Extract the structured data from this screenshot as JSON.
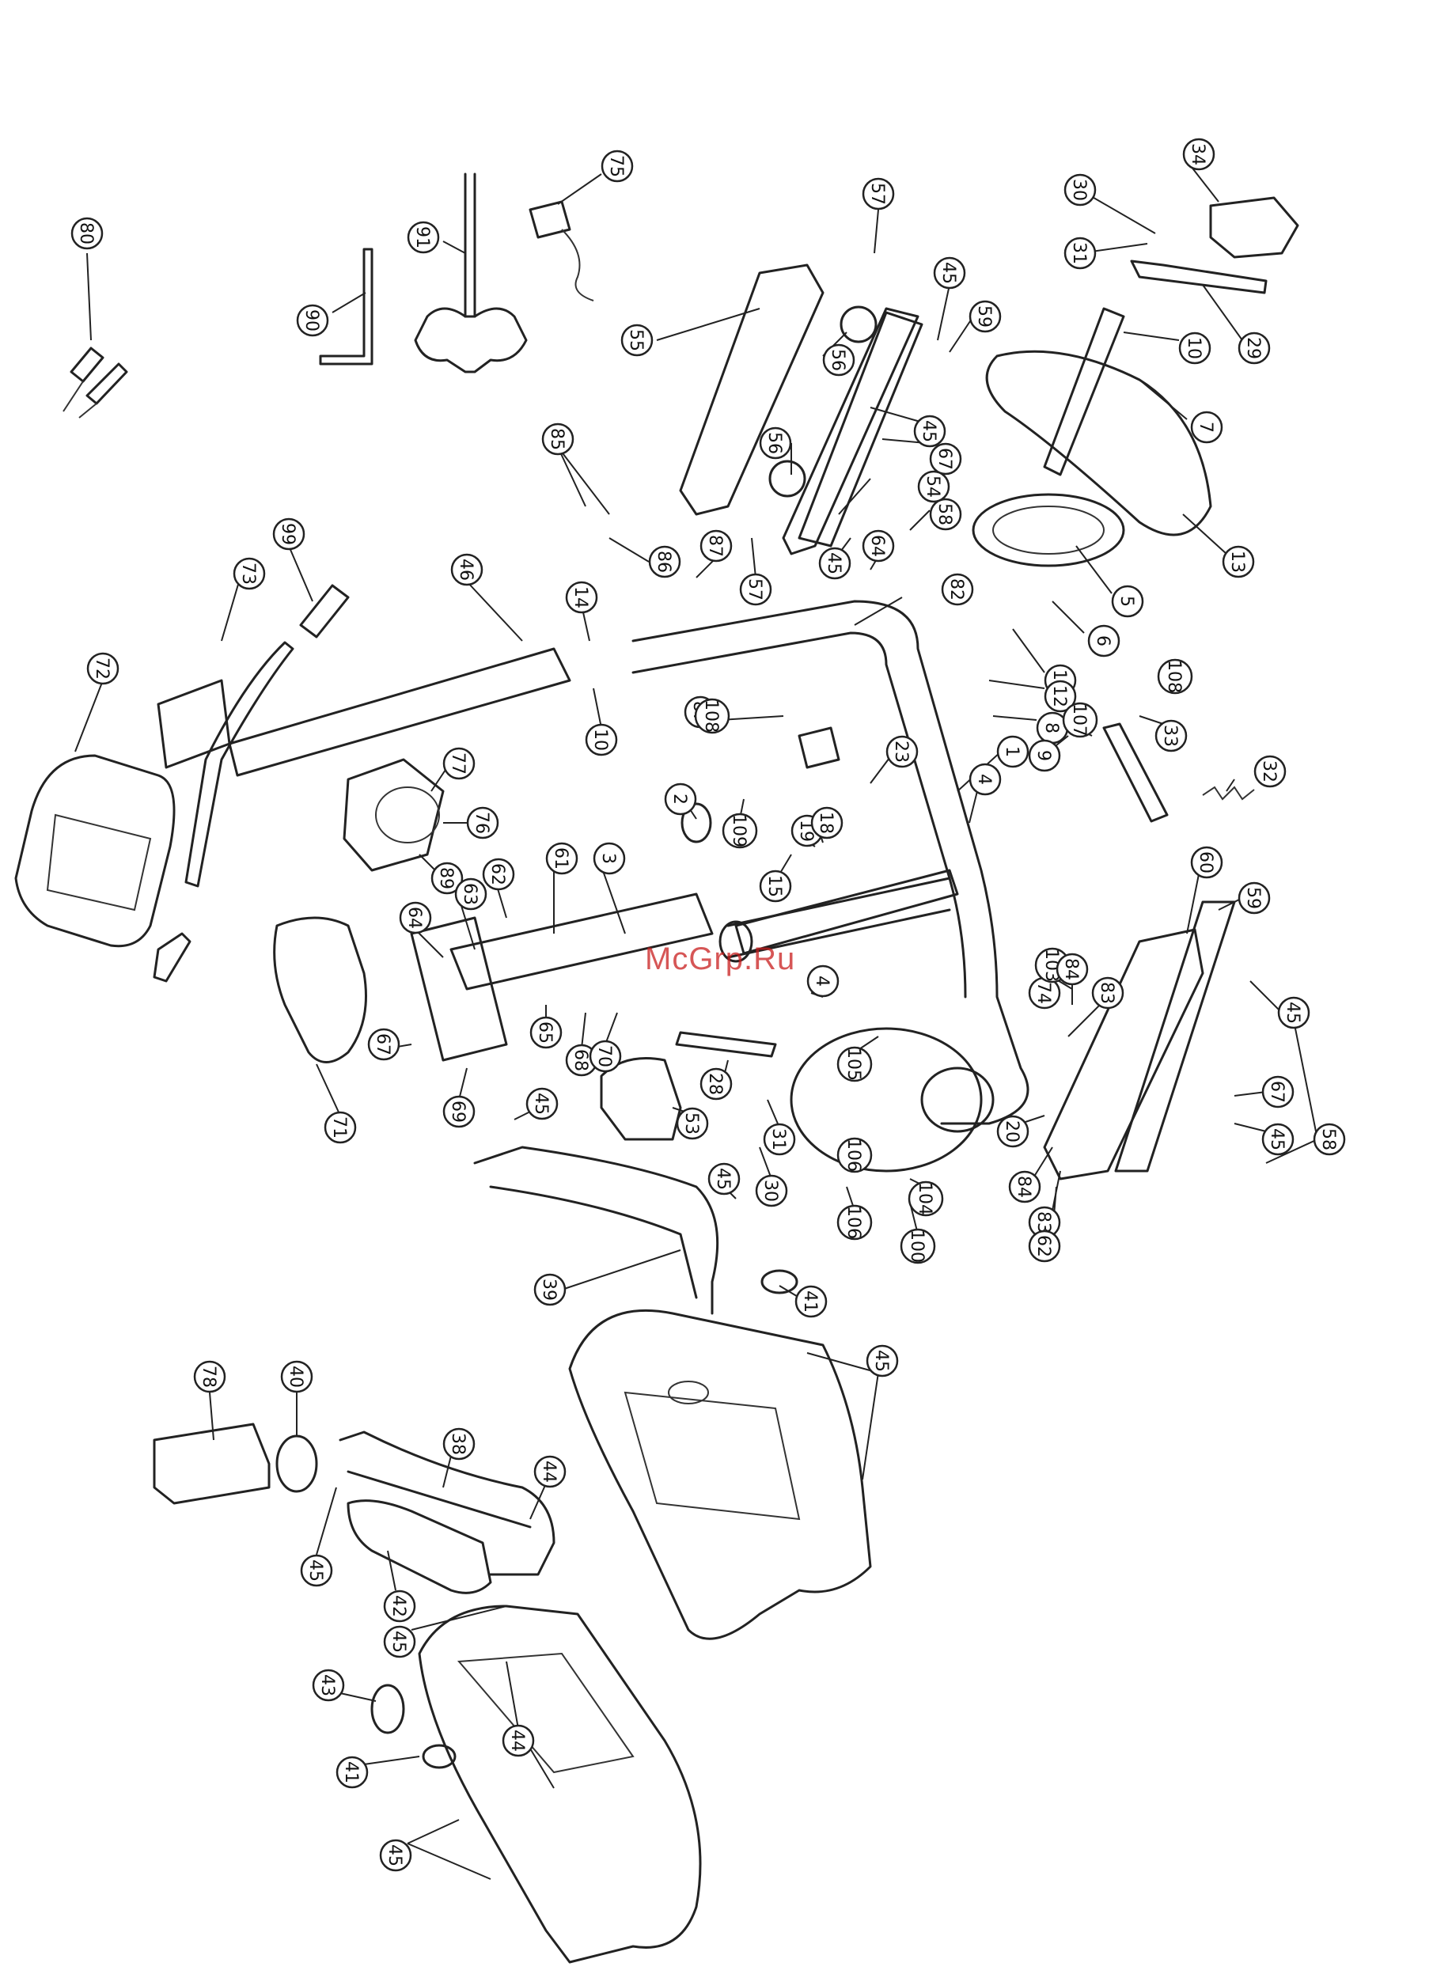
{
  "watermark": "McGrp.Ru",
  "callouts": [
    {
      "id": "c80",
      "label": "80"
    },
    {
      "id": "c91",
      "label": "91"
    },
    {
      "id": "c90",
      "label": "90"
    },
    {
      "id": "c75",
      "label": "75"
    },
    {
      "id": "c57a",
      "label": "57"
    },
    {
      "id": "c34a",
      "label": "34"
    },
    {
      "id": "c30a",
      "label": "30"
    },
    {
      "id": "c31a",
      "label": "31"
    },
    {
      "id": "c29",
      "label": "29"
    },
    {
      "id": "c10a",
      "label": "10"
    },
    {
      "id": "c7",
      "label": "7"
    },
    {
      "id": "c13",
      "label": "13"
    },
    {
      "id": "c5",
      "label": "5"
    },
    {
      "id": "c6",
      "label": "6"
    },
    {
      "id": "c11",
      "label": "11"
    },
    {
      "id": "c12",
      "label": "12"
    },
    {
      "id": "c8",
      "label": "8"
    },
    {
      "id": "c55",
      "label": "55"
    },
    {
      "id": "c56a",
      "label": "56"
    },
    {
      "id": "c56b",
      "label": "56"
    },
    {
      "id": "c45a",
      "label": "45"
    },
    {
      "id": "c59a",
      "label": "59"
    },
    {
      "id": "c45b",
      "label": "45"
    },
    {
      "id": "c67a",
      "label": "67"
    },
    {
      "id": "c54",
      "label": "54"
    },
    {
      "id": "c58a",
      "label": "58"
    },
    {
      "id": "c85",
      "label": "85"
    },
    {
      "id": "c86",
      "label": "86"
    },
    {
      "id": "c87a",
      "label": "87"
    },
    {
      "id": "c57b",
      "label": "57"
    },
    {
      "id": "c45c",
      "label": "45"
    },
    {
      "id": "c64a",
      "label": "64"
    },
    {
      "id": "c82",
      "label": "82"
    },
    {
      "id": "c46",
      "label": "46"
    },
    {
      "id": "c14",
      "label": "14"
    },
    {
      "id": "c10b",
      "label": "10"
    },
    {
      "id": "c87b",
      "label": "87"
    },
    {
      "id": "c99",
      "label": "99"
    },
    {
      "id": "c73",
      "label": "73"
    },
    {
      "id": "c72",
      "label": "72"
    },
    {
      "id": "c77",
      "label": "77"
    },
    {
      "id": "c76",
      "label": "76"
    },
    {
      "id": "c89",
      "label": "89"
    },
    {
      "id": "c108a",
      "label": "108"
    },
    {
      "id": "c109",
      "label": "109"
    },
    {
      "id": "c2",
      "label": "2"
    },
    {
      "id": "c19",
      "label": "19"
    },
    {
      "id": "c18",
      "label": "18"
    },
    {
      "id": "c15",
      "label": "15"
    },
    {
      "id": "c23",
      "label": "23"
    },
    {
      "id": "c1",
      "label": "1"
    },
    {
      "id": "c4a",
      "label": "4"
    },
    {
      "id": "c9",
      "label": "9"
    },
    {
      "id": "c107",
      "label": "107"
    },
    {
      "id": "c108b",
      "label": "108"
    },
    {
      "id": "c33",
      "label": "33"
    },
    {
      "id": "c32",
      "label": "32"
    },
    {
      "id": "c3",
      "label": "3"
    },
    {
      "id": "c61",
      "label": "61"
    },
    {
      "id": "c62a",
      "label": "62"
    },
    {
      "id": "c63",
      "label": "63"
    },
    {
      "id": "c64b",
      "label": "64"
    },
    {
      "id": "c74",
      "label": "74"
    },
    {
      "id": "c71",
      "label": "71"
    },
    {
      "id": "c67b",
      "label": "67"
    },
    {
      "id": "c69",
      "label": "69"
    },
    {
      "id": "c65",
      "label": "65"
    },
    {
      "id": "c68",
      "label": "68"
    },
    {
      "id": "c70",
      "label": "70"
    },
    {
      "id": "c105",
      "label": "105"
    },
    {
      "id": "c4b",
      "label": "4"
    },
    {
      "id": "c28",
      "label": "28"
    },
    {
      "id": "c53",
      "label": "53"
    },
    {
      "id": "c31b",
      "label": "31"
    },
    {
      "id": "c30b",
      "label": "30"
    },
    {
      "id": "c106a",
      "label": "106"
    },
    {
      "id": "c106b",
      "label": "106"
    },
    {
      "id": "c104",
      "label": "104"
    },
    {
      "id": "c100",
      "label": "100"
    },
    {
      "id": "c103",
      "label": "103"
    },
    {
      "id": "c84a",
      "label": "84"
    },
    {
      "id": "c83",
      "label": "83"
    },
    {
      "id": "c20",
      "label": "20"
    },
    {
      "id": "c84b",
      "label": "84"
    },
    {
      "id": "c83b",
      "label": "83"
    },
    {
      "id": "c62b",
      "label": "62"
    },
    {
      "id": "c60",
      "label": "60"
    },
    {
      "id": "c59b",
      "label": "59"
    },
    {
      "id": "c45d",
      "label": "45"
    },
    {
      "id": "c67c",
      "label": "67"
    },
    {
      "id": "c45e",
      "label": "45"
    },
    {
      "id": "c58b",
      "label": "58"
    },
    {
      "id": "c45f",
      "label": "45"
    },
    {
      "id": "c45g",
      "label": "45"
    },
    {
      "id": "c39",
      "label": "39"
    },
    {
      "id": "c41a",
      "label": "41"
    },
    {
      "id": "c45h",
      "label": "45"
    },
    {
      "id": "c78",
      "label": "78"
    },
    {
      "id": "c40",
      "label": "40"
    },
    {
      "id": "c38",
      "label": "38"
    },
    {
      "id": "c44a",
      "label": "44"
    },
    {
      "id": "c45i",
      "label": "45"
    },
    {
      "id": "c42",
      "label": "42"
    },
    {
      "id": "c45j",
      "label": "45"
    },
    {
      "id": "c43",
      "label": "43"
    },
    {
      "id": "c44b",
      "label": "44"
    },
    {
      "id": "c41b",
      "label": "41"
    },
    {
      "id": "c45k",
      "label": "45"
    }
  ]
}
